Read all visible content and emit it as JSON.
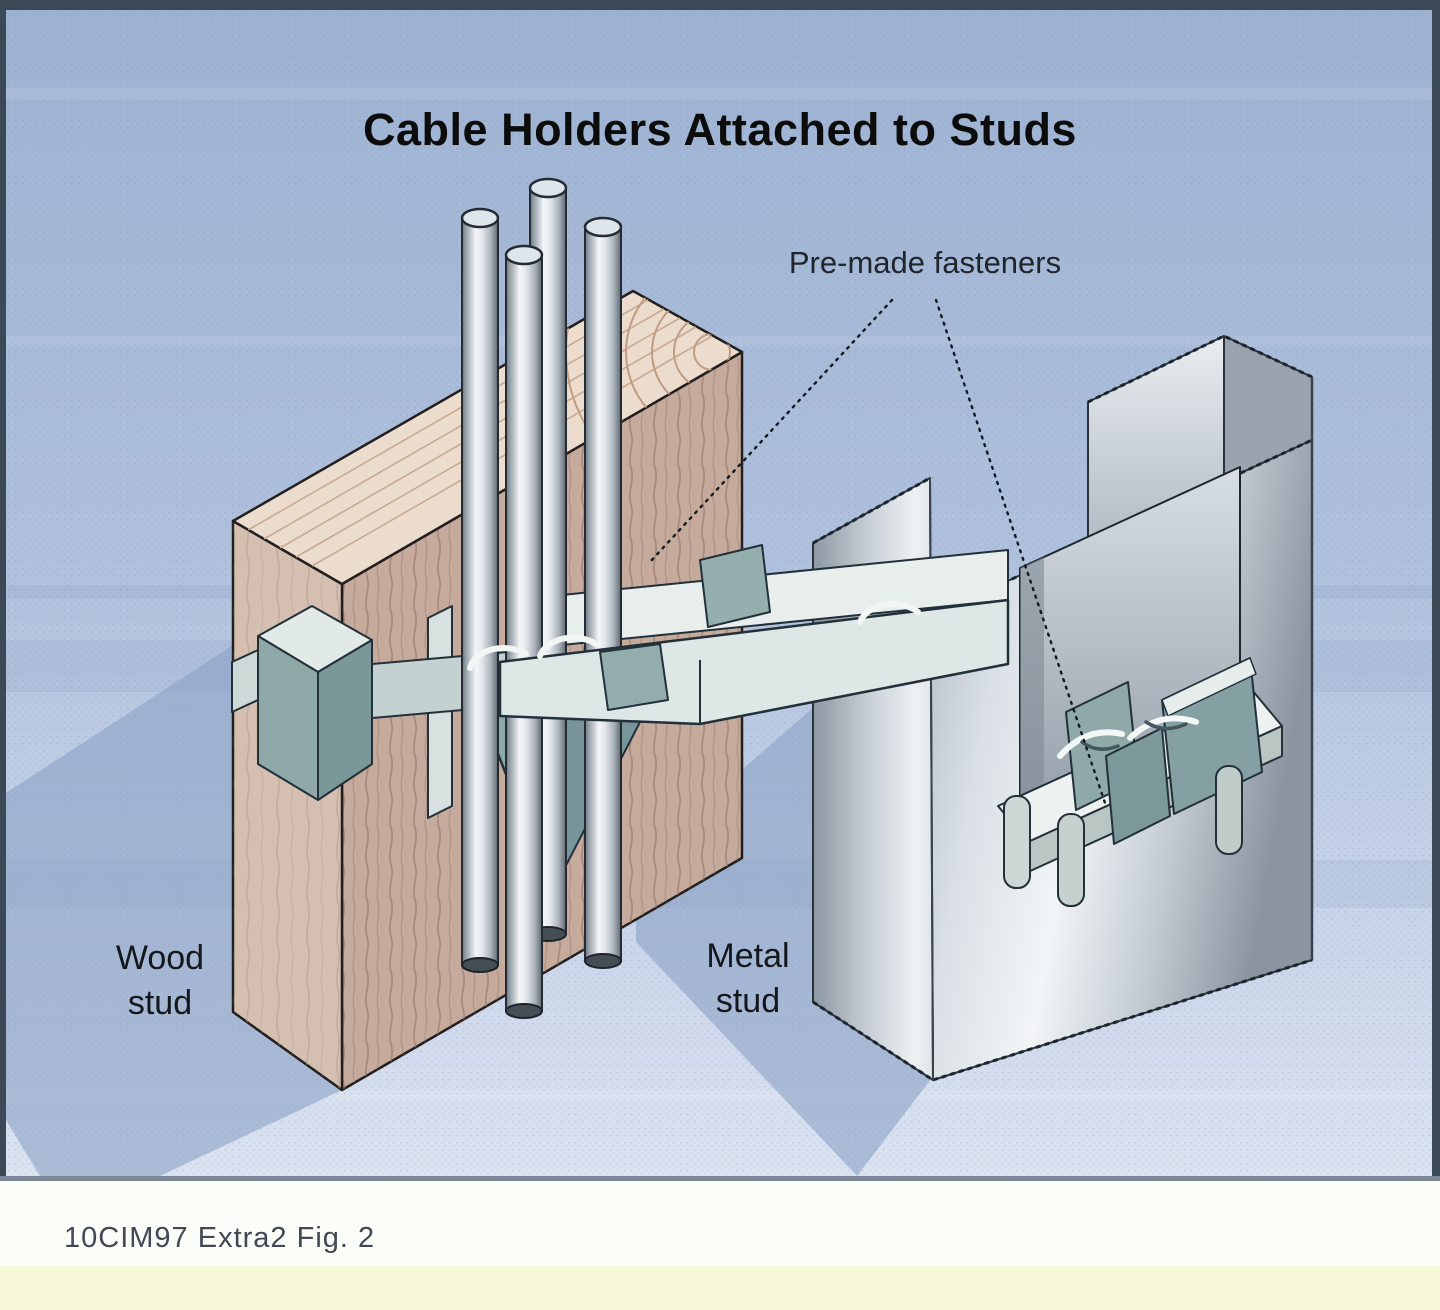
{
  "figure": {
    "title": "Cable Holders Attached to Studs",
    "annotation": "Pre-made fasteners",
    "wood_label": "Wood stud",
    "metal_label": "Metal stud",
    "caption": "10CIM97 Extra2 Fig. 2"
  },
  "colors": {
    "background_blue_top": "#9db2d2",
    "background_blue_bottom": "#dbe3f1",
    "border_slate": "#3b4855",
    "panel_bottom_rule": "#7e8896",
    "shadow_blue": "#8aa2c4",
    "wood_face": "#c6ab9d",
    "wood_face_light": "#d5bfb1",
    "wood_end_grain": "#ecdccd",
    "metal_gray_light": "#f2f5f7",
    "metal_gray_dark": "#8a95a0",
    "fastener_teal": "#8ea9ab",
    "fastener_light": "#e7eeec",
    "cable_silver": "#eef1f3",
    "leader_line": "#14191f",
    "caption_strip_white": "#fbfdf8",
    "caption_strip_cream": "#f6f6da",
    "title_text": "#0c0c0c"
  }
}
